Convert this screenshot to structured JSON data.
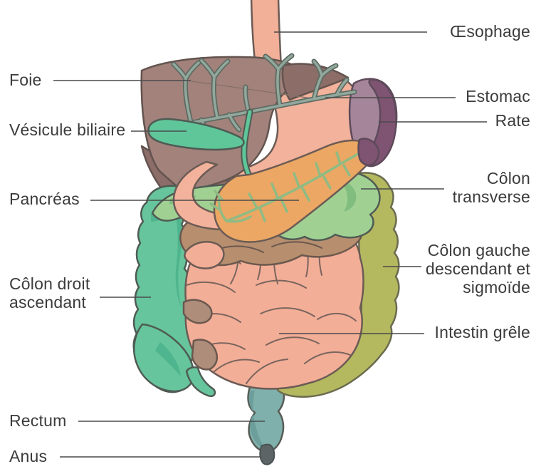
{
  "figure": {
    "kind": "anatomical diagram",
    "subject": "digestive system (French labels)"
  },
  "labels": {
    "oesophage": "Œsophage",
    "foie": "Foie",
    "vesicule_biliaire": "Vésicule biliaire",
    "pancreas": "Pancréas",
    "colon_droit": "Côlon droit\nascendant",
    "rectum": "Rectum",
    "anus": "Anus",
    "estomac": "Estomac",
    "rate": "Rate",
    "colon_transverse": "Côlon\ntransverse",
    "colon_gauche": "Côlon gauche\ndescendant et\nsigmoïde",
    "intestin_grele": "Intestin grêle"
  },
  "colors": {
    "background": "#FFFFFF",
    "text": "#3B3B3D",
    "leader_line": "#4A4A4C",
    "esophagus": "#F2B098",
    "stomach": "#F3B29B",
    "spleen_body": "#A5859A",
    "spleen_dark": "#7F5472",
    "liver_main": "#A2827B",
    "liver_dark": "#8C6D67",
    "bile_duct": "#93A89C",
    "gallbladder": "#5FC69A",
    "descending_colon": "#B4B95F",
    "descending_shade": "#9CA74F",
    "ascending_colon": "#66C59C",
    "ascending_shade": "#4FB58E",
    "transverse_colon": "#A0D193",
    "transverse_shade": "#82BD80",
    "duodenum": "#F3B29B",
    "pancreas": "#EBA763",
    "pancreas_vein": "#8FBB84",
    "small_intestine": "#F3AE97",
    "jejunum_brown": "#B78F6F",
    "ileum_tan": "#AE8D7B",
    "rectum": "#80B0AB",
    "rectum_shade": "#6C9E9C",
    "anus": "#5C6466"
  }
}
